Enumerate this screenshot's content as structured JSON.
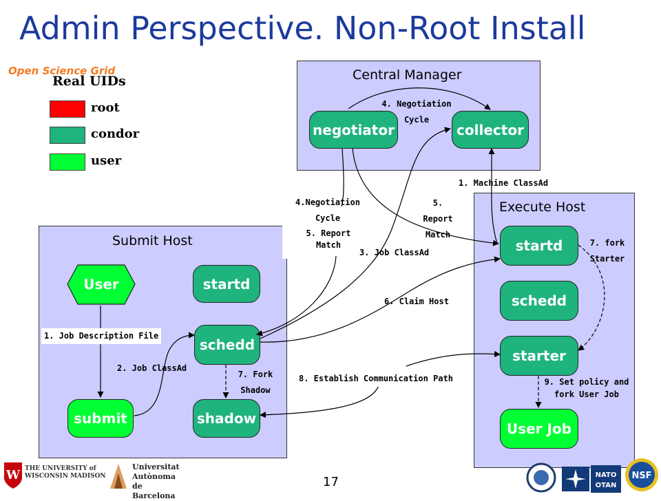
{
  "slide": {
    "title": "Admin Perspective. Non-Root Install",
    "page_number": "17"
  },
  "branding": {
    "osg_logo_text": "Open Science Grid",
    "uw_logo_text": "THE UNIVERSITY of WISCONSIN MADISON",
    "uab_logo_text": "Universitat Autònoma de Barcelona"
  },
  "legend": {
    "title": "Real UIDs",
    "items": [
      {
        "label": "root",
        "color": "#ff0000"
      },
      {
        "label": "condor",
        "color": "#1fb37e"
      },
      {
        "label": "user",
        "color": "#00ff33"
      }
    ]
  },
  "hosts": {
    "central_manager": {
      "title": "Central Manager"
    },
    "submit_host": {
      "title": "Submit Host"
    },
    "execute_host": {
      "title": "Execute Host"
    }
  },
  "nodes": {
    "negotiator": "negotiator",
    "collector": "collector",
    "user": "User",
    "submit_startd": "startd",
    "submit_schedd": "schedd",
    "submit": "submit",
    "shadow": "shadow",
    "exec_startd": "startd",
    "exec_schedd": "schedd",
    "starter": "starter",
    "user_job": "User Job"
  },
  "labels": {
    "machine_classad": "1. Machine ClassAd",
    "negotiation_cycle_cm": [
      "4. Negotiation",
      "Cycle"
    ],
    "negotiation_cycle_left": [
      "4.Negotiation",
      "Cycle"
    ],
    "report_match_left": [
      "5. Report",
      "Match"
    ],
    "report_match_right": [
      "5.",
      "Report",
      "Match"
    ],
    "job_classad_3": "3. Job ClassAd",
    "claim_host": "6. Claim Host",
    "job_description_file": "1. Job Description File",
    "job_classad_2": "2. Job ClassAd",
    "fork_shadow": [
      "7. Fork",
      "Shadow"
    ],
    "establish_comm": "8. Establish Communication Path",
    "fork_starter": [
      "7. fork",
      "Starter"
    ],
    "set_policy": [
      "9. Set policy and",
      "fork User Job"
    ]
  }
}
